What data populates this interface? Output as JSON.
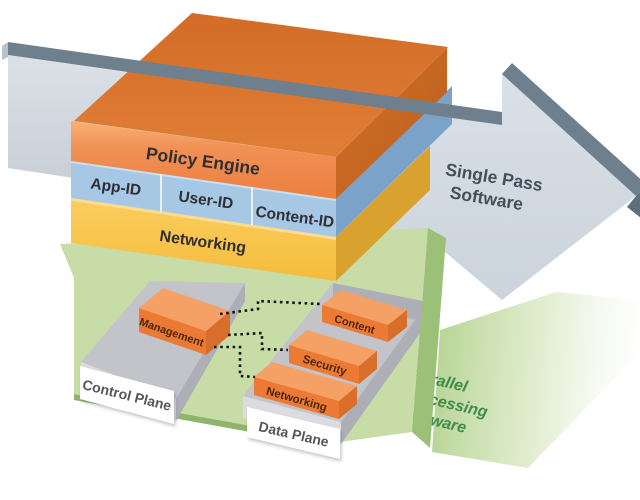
{
  "diagram": {
    "arrow": {
      "line1": "Single Pass",
      "line2": "Software"
    },
    "stack": {
      "policy_engine": "Policy Engine",
      "app_id": "App-ID",
      "user_id": "User-ID",
      "content_id": "Content-ID",
      "networking": "Networking"
    },
    "hardware": {
      "line1": "Parallel",
      "line2": "Processing",
      "line3": "Hardware"
    },
    "control_plane": {
      "label": "Control Plane",
      "chip": "Management"
    },
    "data_plane": {
      "label": "Data Plane",
      "chips": {
        "content": "Content",
        "security": "Security",
        "networking": "Networking"
      }
    },
    "colors": {
      "arrow_face": "#D5DDE4",
      "arrow_edge": "#6E7F8E",
      "arrow_tip_edge": "#5E6F7E",
      "stack_top_orange": "#DB7430",
      "policy_orange": "#EE8140",
      "orange_side": "#C3631F",
      "layer_blue": "#A7C8E5",
      "blue_side": "#7BA3C9",
      "layer_yellow": "#F9C850",
      "gold_side": "#D9A22E",
      "platform_green": "#C7DCA6",
      "platform_green_dark": "#9CC077",
      "platform_green_edge": "#8FB56B",
      "hardware_text": "#3F8B4B",
      "chip_orange": "#EC7A35",
      "chip_top": "#F5A065",
      "chip_side": "#D96E2B",
      "chip_text": "#4A2708",
      "slab_gray": "#C3C3CA",
      "slab_front": "#DCDCE0",
      "slab_side": "#AEAEB6",
      "label_text": "#54565C",
      "stack_text": "#2E2E33",
      "arrow_text": "#42505C",
      "connector": "#161616"
    }
  }
}
